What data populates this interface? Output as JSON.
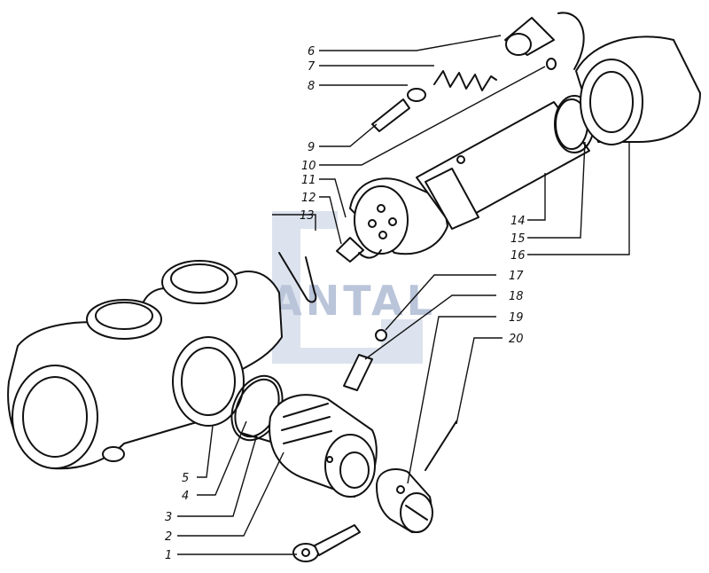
{
  "watermark": {
    "text": "SANTAL",
    "color": "#5f7fb3"
  },
  "callouts": [
    {
      "id": "1",
      "label": "1"
    },
    {
      "id": "2",
      "label": "2"
    },
    {
      "id": "3",
      "label": "3"
    },
    {
      "id": "4",
      "label": "4"
    },
    {
      "id": "5",
      "label": "5"
    },
    {
      "id": "6",
      "label": "6"
    },
    {
      "id": "7",
      "label": "7"
    },
    {
      "id": "8",
      "label": "8"
    },
    {
      "id": "9",
      "label": "9"
    },
    {
      "id": "10",
      "label": "10"
    },
    {
      "id": "11",
      "label": "11"
    },
    {
      "id": "12",
      "label": "12"
    },
    {
      "id": "13",
      "label": "13"
    },
    {
      "id": "14",
      "label": "14"
    },
    {
      "id": "15",
      "label": "15"
    },
    {
      "id": "16",
      "label": "16"
    },
    {
      "id": "17",
      "label": "17"
    },
    {
      "id": "18",
      "label": "18"
    },
    {
      "id": "19",
      "label": "19"
    },
    {
      "id": "20",
      "label": "20"
    }
  ]
}
